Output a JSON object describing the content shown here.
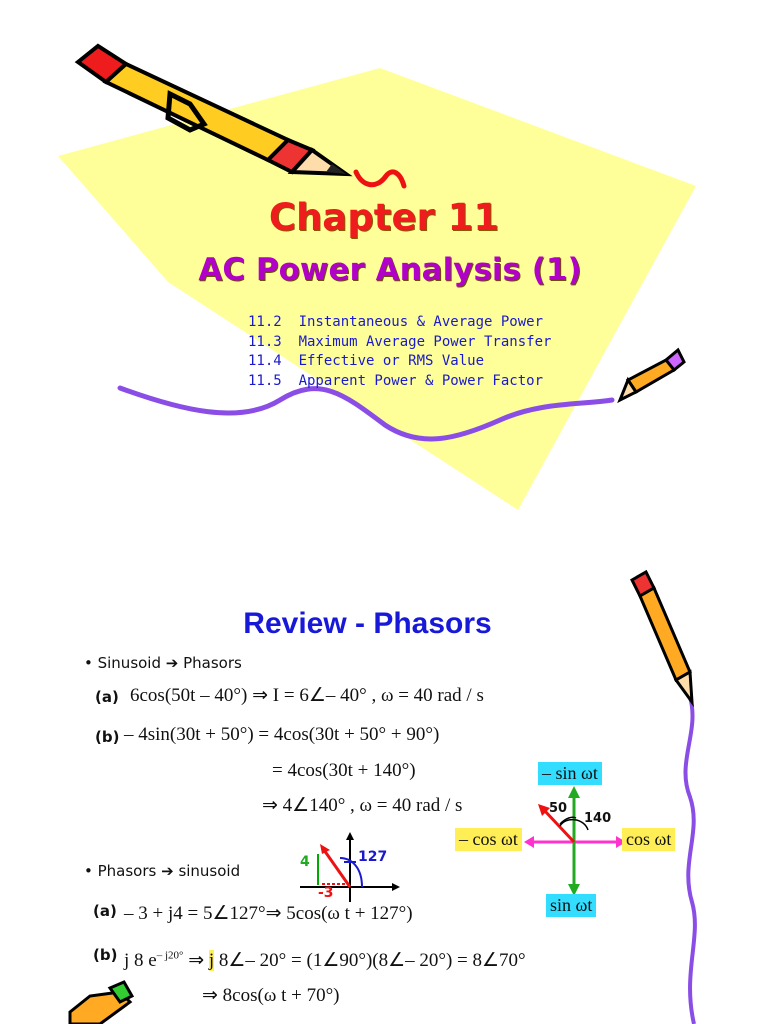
{
  "slide1": {
    "title": "Chapter 11",
    "subtitle": "AC Power Analysis (1)",
    "sections": [
      "11.2  Instantaneous & Average Power",
      "11.3  Maximum Average Power Transfer",
      "11.4  Effective or RMS Value",
      "11.5  Apparent Power & Power Factor"
    ],
    "colors": {
      "background_shape": "#ffff99",
      "title": "#ee1c1c",
      "subtitle": "#b100c8",
      "sections": "#1a1acc",
      "wave": "#8a4ee6"
    }
  },
  "slide2": {
    "title": "Review - Phasors",
    "bullet1": "• Sinusoid ➔ Phasors",
    "a_label": "(a)",
    "a_eq": "6cos(50t – 40°)  ⇒  I = 6∠– 40° ,  ω = 40 rad / s",
    "b_label": "(b)",
    "b_eq1": "– 4sin(30t + 50°) = 4cos(30t + 50° + 90°)",
    "b_eq2": "= 4cos(30t + 140°)",
    "b_eq3": "⇒ 4∠140° ,  ω = 40 rad / s",
    "bullet2": "• Phasors ➔ sinusoid",
    "c_label": "(a)",
    "c_eq": "– 3 + j4 = 5∠127°⇒ 5cos(ω t + 127°)",
    "d_label": "(b)",
    "d_eq_pre": "j 8 e",
    "d_eq_exp": "– j20°",
    "d_eq_arrow": " ⇒ ",
    "d_eq_j": "j",
    "d_eq_post": " 8∠– 20° = (1∠90°)(8∠– 20°) = 8∠70°",
    "d_eq2": "⇒  8cos(ω t + 70°)",
    "small_diagram": {
      "vertical_label": "4",
      "horizontal_label": "-3",
      "angle_label": "127"
    },
    "axes": {
      "top": "– sin ωt",
      "left": "– cos ωt",
      "right": "cos ωt",
      "bottom": "sin ωt",
      "label_50": "50",
      "label_140": "140"
    }
  }
}
